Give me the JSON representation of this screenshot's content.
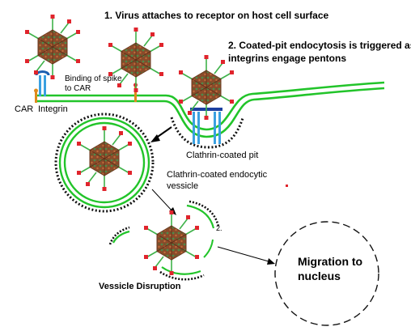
{
  "labels": {
    "step1": "1. Virus attaches to receptor on host cell surface",
    "step2_line1": "2. Coated-pit endocytosis is triggered as",
    "step2_line2": "integrins engage pentons",
    "binding_line1": "Binding of spike",
    "binding_line2": "to CAR",
    "car": "CAR",
    "integrin": "Integrin",
    "clathrin_pit": "Clathrin-coated pit",
    "vesicle_line1": "Clathrin-coated endocytic",
    "vesicle_line2": "vessicle",
    "disruption": "Vessicle Disruption",
    "nucleus_line1": "Migration to",
    "nucleus_line2": "nucleus",
    "small_mark": "2."
  },
  "colors": {
    "membrane_green": "#22c42a",
    "coat_black": "#111111",
    "capsid_brown": "#8a4b2a",
    "capsid_green": "#4f8a4a",
    "fiber_green": "#3fb24a",
    "knob_red": "#e0242c",
    "integrin_blue": "#3aa0e0",
    "car_orange": "#e08a1c"
  }
}
